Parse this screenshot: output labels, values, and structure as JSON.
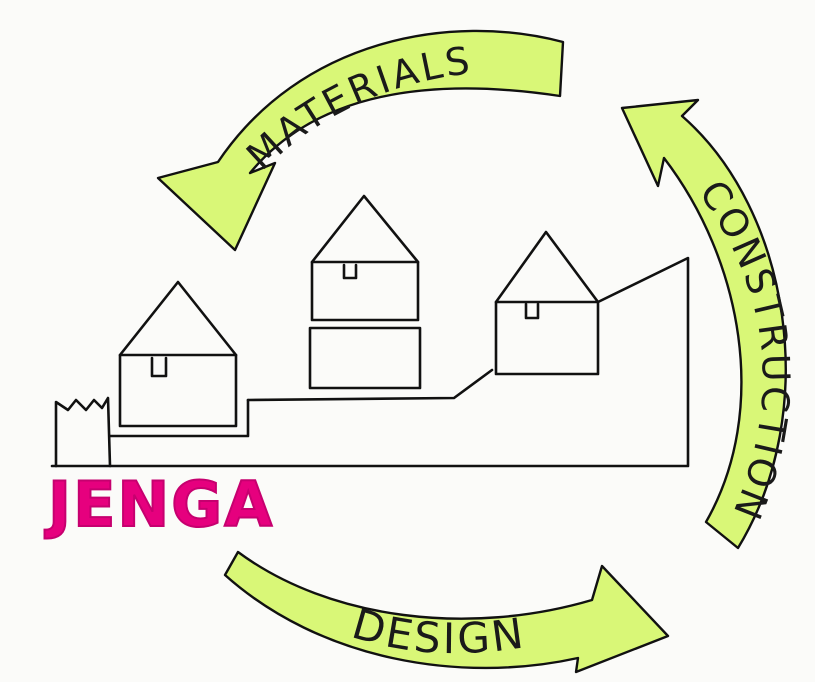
{
  "diagram": {
    "brand": {
      "label": "JENGA",
      "color": "#e6007e"
    },
    "cycle": [
      {
        "label": "MATERIALS"
      },
      {
        "label": "CONSTRUCTION"
      },
      {
        "label": "DESIGN"
      }
    ],
    "arrow_fill": "#d9f777"
  }
}
